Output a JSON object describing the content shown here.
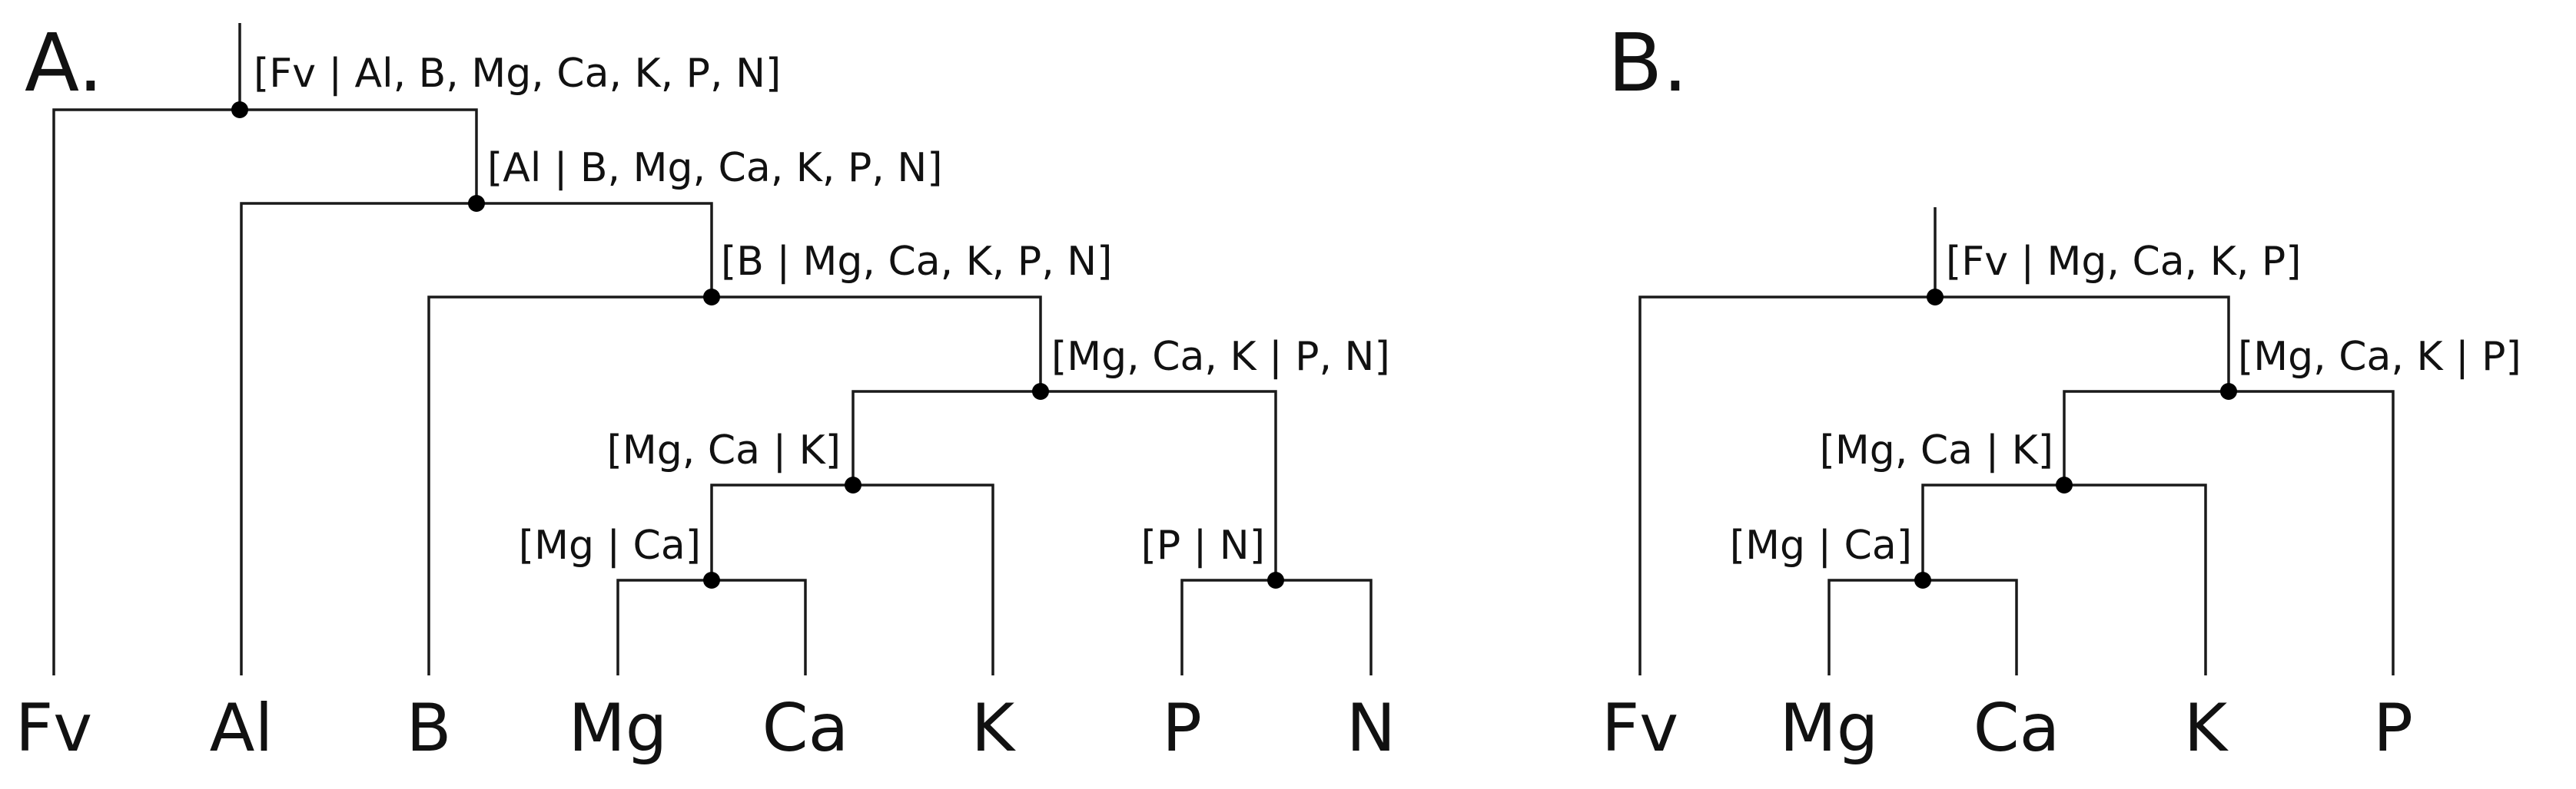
{
  "panels": [
    {
      "id": "A",
      "label": "A.",
      "leaves": [
        "Fv",
        "Al",
        "B",
        "Mg",
        "Ca",
        "K",
        "P",
        "N"
      ],
      "nodes": [
        {
          "label": "[Fv | Al, B, Mg, Ca, K, P, N]"
        },
        {
          "label": "[Al | B, Mg, Ca, K, P, N]"
        },
        {
          "label": "[B | Mg, Ca, K, P, N]"
        },
        {
          "label": "[Mg, Ca, K | P, N]"
        },
        {
          "label": "[Mg, Ca | K]"
        },
        {
          "label": "[Mg | Ca]"
        },
        {
          "label": "[P | N]"
        }
      ]
    },
    {
      "id": "B",
      "label": "B.",
      "leaves": [
        "Fv",
        "Mg",
        "Ca",
        "K",
        "P"
      ],
      "nodes": [
        {
          "label": "[Fv | Mg, Ca, K, P]"
        },
        {
          "label": "[Mg, Ca, K | P]"
        },
        {
          "label": "[Mg, Ca | K]"
        },
        {
          "label": "[Mg | Ca]"
        }
      ]
    }
  ]
}
